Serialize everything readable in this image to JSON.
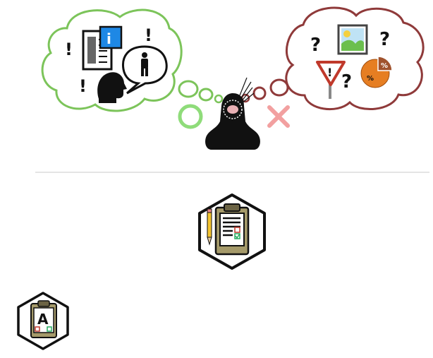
{
  "illustration": {
    "left_thought": {
      "exclamation_marks": [
        "!",
        "!",
        "!"
      ],
      "info_icon_letter": "i",
      "color": "#7cc45a"
    },
    "right_thought": {
      "question_marks": [
        "?",
        "?",
        "?"
      ],
      "warning_sign_mark": "!",
      "pie_chart_labels": [
        "%",
        "%"
      ],
      "color": "#8f3a3a"
    },
    "center_figure": {
      "correct_symbol": "circle",
      "wrong_symbol": "cross",
      "correct_color": "#8fdc7a",
      "wrong_color": "#f2a0a0"
    }
  },
  "badges": {
    "main_badge": {
      "icon": "clipboard-checklist-icon"
    },
    "small_badge": {
      "icon": "clipboard-letter-icon",
      "letter": "A"
    }
  },
  "colors": {
    "clipboard_fill": "#a59a6a",
    "badge_stroke": "#111111",
    "divider": "#c8c8c8"
  }
}
